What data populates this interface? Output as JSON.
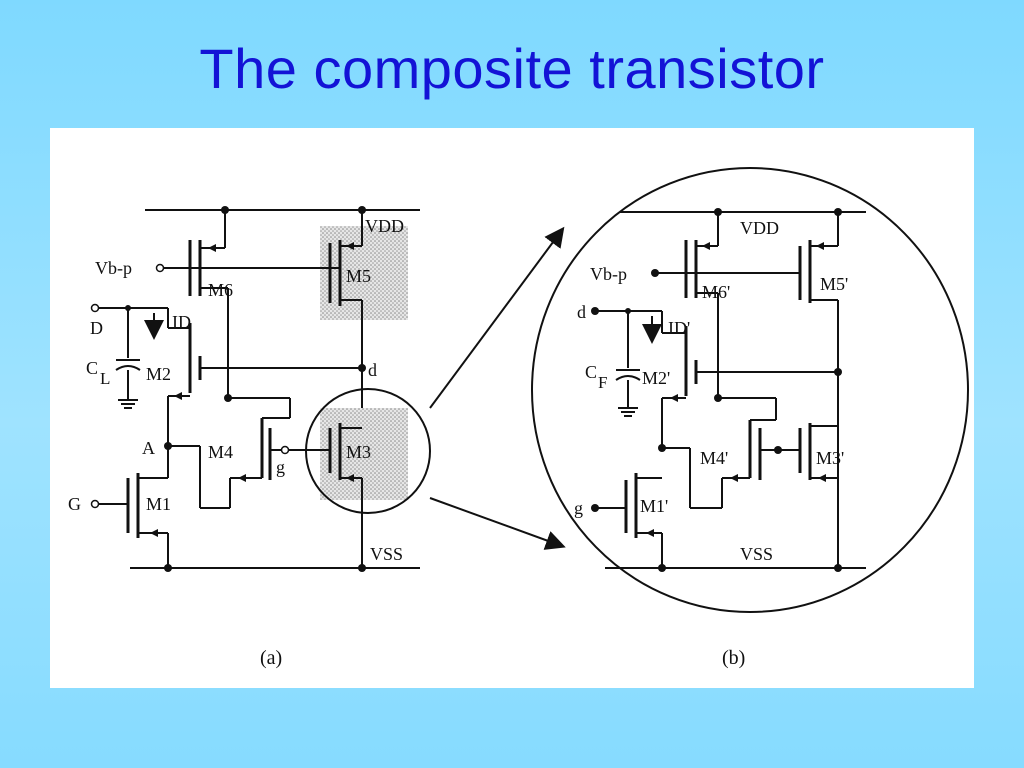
{
  "slide": {
    "title": "The composite transistor"
  },
  "figure": {
    "a": {
      "caption": "(a)",
      "labels": {
        "vdd": "VDD",
        "vss": "VSS",
        "vbp": "Vb-p",
        "m1": "M1",
        "m2": "M2",
        "m3": "M3",
        "m4": "M4",
        "m5": "M5",
        "m6": "M6",
        "d_node": "d",
        "D_pin": "D",
        "G_pin": "G",
        "A_node": "A",
        "g_node": "g",
        "id": "ID",
        "c": "C",
        "l": "L"
      }
    },
    "b": {
      "caption": "(b)",
      "labels": {
        "vdd": "VDD",
        "vss": "VSS",
        "vbp": "Vb-p",
        "m1": "M1'",
        "m2": "M2'",
        "m3": "M3'",
        "m4": "M4'",
        "m5": "M5'",
        "m6": "M6'",
        "d_pin": "d",
        "g_pin": "g",
        "id": "ID'",
        "c": "C",
        "f": "F"
      }
    }
  }
}
